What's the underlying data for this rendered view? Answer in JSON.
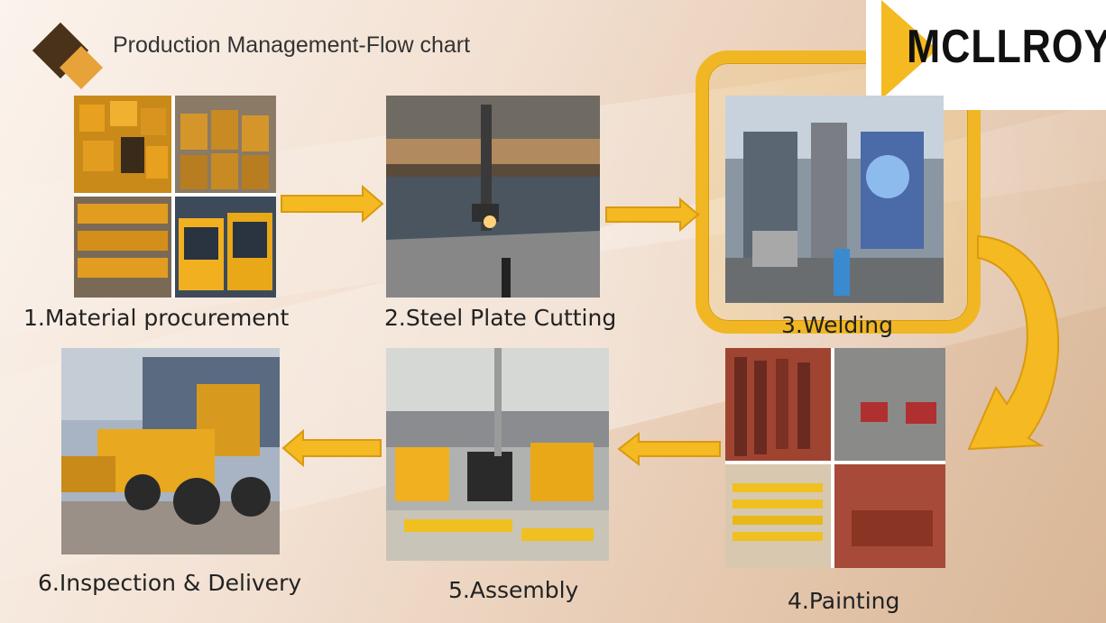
{
  "title": "Production Management-Flow chart",
  "logo": {
    "text": "MCLLROY"
  },
  "colors": {
    "accent": "#f5b921",
    "accent_dark": "#d99a10",
    "logo_square_dark": "#4a3119",
    "logo_square_orange": "#e8a23a"
  },
  "steps": [
    {
      "label": "1.Material procurement"
    },
    {
      "label": "2.Steel Plate Cutting"
    },
    {
      "label": "3.Welding"
    },
    {
      "label": "4.Painting"
    },
    {
      "label": "5.Assembly"
    },
    {
      "label": "6.Inspection & Delivery"
    }
  ]
}
